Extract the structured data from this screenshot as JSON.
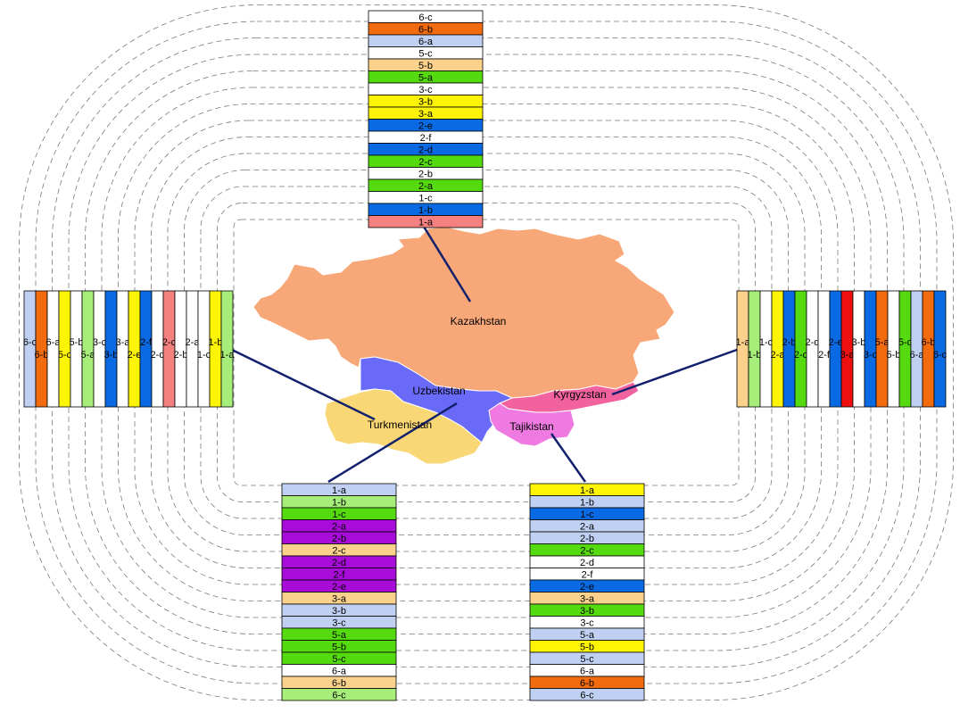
{
  "colors": {
    "white": "#ffffff",
    "orange": "#f26b0f",
    "lightblue": "#c0d0f2",
    "peach": "#fbd18c",
    "green": "#55d90f",
    "yellow": "#fdf505",
    "blue": "#0a6ae4",
    "salmon": "#f48080",
    "lightgreen": "#a6ee79",
    "purple": "#a80cd8",
    "red": "#ee1010"
  },
  "countries": {
    "kazakhstan": {
      "name": "Kazakhstan",
      "fill": "#f8a878"
    },
    "uzbekistan": {
      "name": "Uzbekistan",
      "fill": "#6a6af8"
    },
    "turkmenistan": {
      "name": "Turkmenistan",
      "fill": "#f9d775"
    },
    "kyrgyzstan": {
      "name": "Kyrgyzstan",
      "fill": "#f2629f"
    },
    "tajikistan": {
      "name": "Tajikistan",
      "fill": "#ee7ae2"
    }
  },
  "strips": {
    "kazakhstan": [
      {
        "label": "6-c",
        "color": "white"
      },
      {
        "label": "6-b",
        "color": "orange"
      },
      {
        "label": "6-a",
        "color": "lightblue"
      },
      {
        "label": "5-c",
        "color": "white"
      },
      {
        "label": "5-b",
        "color": "peach"
      },
      {
        "label": "5-a",
        "color": "green"
      },
      {
        "label": "3-c",
        "color": "white"
      },
      {
        "label": "3-b",
        "color": "yellow"
      },
      {
        "label": "3-a",
        "color": "yellow"
      },
      {
        "label": "2-e",
        "color": "blue"
      },
      {
        "label": "2-f",
        "color": "white"
      },
      {
        "label": "2-d",
        "color": "blue"
      },
      {
        "label": "2-c",
        "color": "green"
      },
      {
        "label": "2-b",
        "color": "white"
      },
      {
        "label": "2-a",
        "color": "green"
      },
      {
        "label": "1-c",
        "color": "white"
      },
      {
        "label": "1-b",
        "color": "blue"
      },
      {
        "label": "1-a",
        "color": "salmon"
      }
    ],
    "uzbekistan": [
      {
        "label": "1-a",
        "color": "lightblue"
      },
      {
        "label": "1-b",
        "color": "lightgreen"
      },
      {
        "label": "1-c",
        "color": "green"
      },
      {
        "label": "2-a",
        "color": "purple"
      },
      {
        "label": "2-b",
        "color": "purple"
      },
      {
        "label": "2-c",
        "color": "peach"
      },
      {
        "label": "2-d",
        "color": "purple"
      },
      {
        "label": "2-f",
        "color": "purple"
      },
      {
        "label": "2-e",
        "color": "purple"
      },
      {
        "label": "3-a",
        "color": "peach"
      },
      {
        "label": "3-b",
        "color": "lightblue"
      },
      {
        "label": "3-c",
        "color": "lightblue"
      },
      {
        "label": "5-a",
        "color": "green"
      },
      {
        "label": "5-b",
        "color": "green"
      },
      {
        "label": "5-c",
        "color": "green"
      },
      {
        "label": "6-a",
        "color": "white"
      },
      {
        "label": "6-b",
        "color": "peach"
      },
      {
        "label": "6-c",
        "color": "lightgreen"
      }
    ],
    "tajikistan": [
      {
        "label": "1-a",
        "color": "yellow"
      },
      {
        "label": "1-b",
        "color": "lightblue"
      },
      {
        "label": "1-c",
        "color": "blue"
      },
      {
        "label": "2-a",
        "color": "lightblue"
      },
      {
        "label": "2-b",
        "color": "lightblue"
      },
      {
        "label": "2-c",
        "color": "green"
      },
      {
        "label": "2-d",
        "color": "white"
      },
      {
        "label": "2-f",
        "color": "white"
      },
      {
        "label": "2-e",
        "color": "blue"
      },
      {
        "label": "3-a",
        "color": "peach"
      },
      {
        "label": "3-b",
        "color": "green"
      },
      {
        "label": "3-c",
        "color": "white"
      },
      {
        "label": "5-a",
        "color": "lightblue"
      },
      {
        "label": "5-b",
        "color": "yellow"
      },
      {
        "label": "5-c",
        "color": "lightblue"
      },
      {
        "label": "6-a",
        "color": "white"
      },
      {
        "label": "6-b",
        "color": "orange"
      },
      {
        "label": "6-c",
        "color": "lightblue"
      }
    ],
    "turkmenistan": [
      {
        "label": "6-c",
        "color": "lightblue"
      },
      {
        "label": "6-b",
        "color": "orange"
      },
      {
        "label": "6-a",
        "color": "white"
      },
      {
        "label": "5-c",
        "color": "yellow"
      },
      {
        "label": "5-b",
        "color": "white"
      },
      {
        "label": "5-a",
        "color": "lightgreen"
      },
      {
        "label": "3-c",
        "color": "white"
      },
      {
        "label": "3-b",
        "color": "blue"
      },
      {
        "label": "3-a",
        "color": "white"
      },
      {
        "label": "2-e",
        "color": "yellow"
      },
      {
        "label": "2-f",
        "color": "blue"
      },
      {
        "label": "2-d",
        "color": "white"
      },
      {
        "label": "2-c",
        "color": "salmon"
      },
      {
        "label": "2-b",
        "color": "white"
      },
      {
        "label": "2-a",
        "color": "white"
      },
      {
        "label": "1-c",
        "color": "white"
      },
      {
        "label": "1-b",
        "color": "yellow"
      },
      {
        "label": "1-a",
        "color": "lightgreen"
      }
    ],
    "kyrgyzstan": [
      {
        "label": "1-a",
        "color": "peach"
      },
      {
        "label": "1-b",
        "color": "lightgreen"
      },
      {
        "label": "1-c",
        "color": "white"
      },
      {
        "label": "2-a",
        "color": "yellow"
      },
      {
        "label": "2-b",
        "color": "blue"
      },
      {
        "label": "2-c",
        "color": "green"
      },
      {
        "label": "2-d",
        "color": "white"
      },
      {
        "label": "2-f",
        "color": "white"
      },
      {
        "label": "2-e",
        "color": "blue"
      },
      {
        "label": "3-a",
        "color": "red"
      },
      {
        "label": "3-b",
        "color": "white"
      },
      {
        "label": "3-c",
        "color": "blue"
      },
      {
        "label": "5-a",
        "color": "orange"
      },
      {
        "label": "5-b",
        "color": "white"
      },
      {
        "label": "5-c",
        "color": "green"
      },
      {
        "label": "6-a",
        "color": "lightblue"
      },
      {
        "label": "6-b",
        "color": "orange"
      },
      {
        "label": "6-c",
        "color": "blue"
      }
    ]
  }
}
